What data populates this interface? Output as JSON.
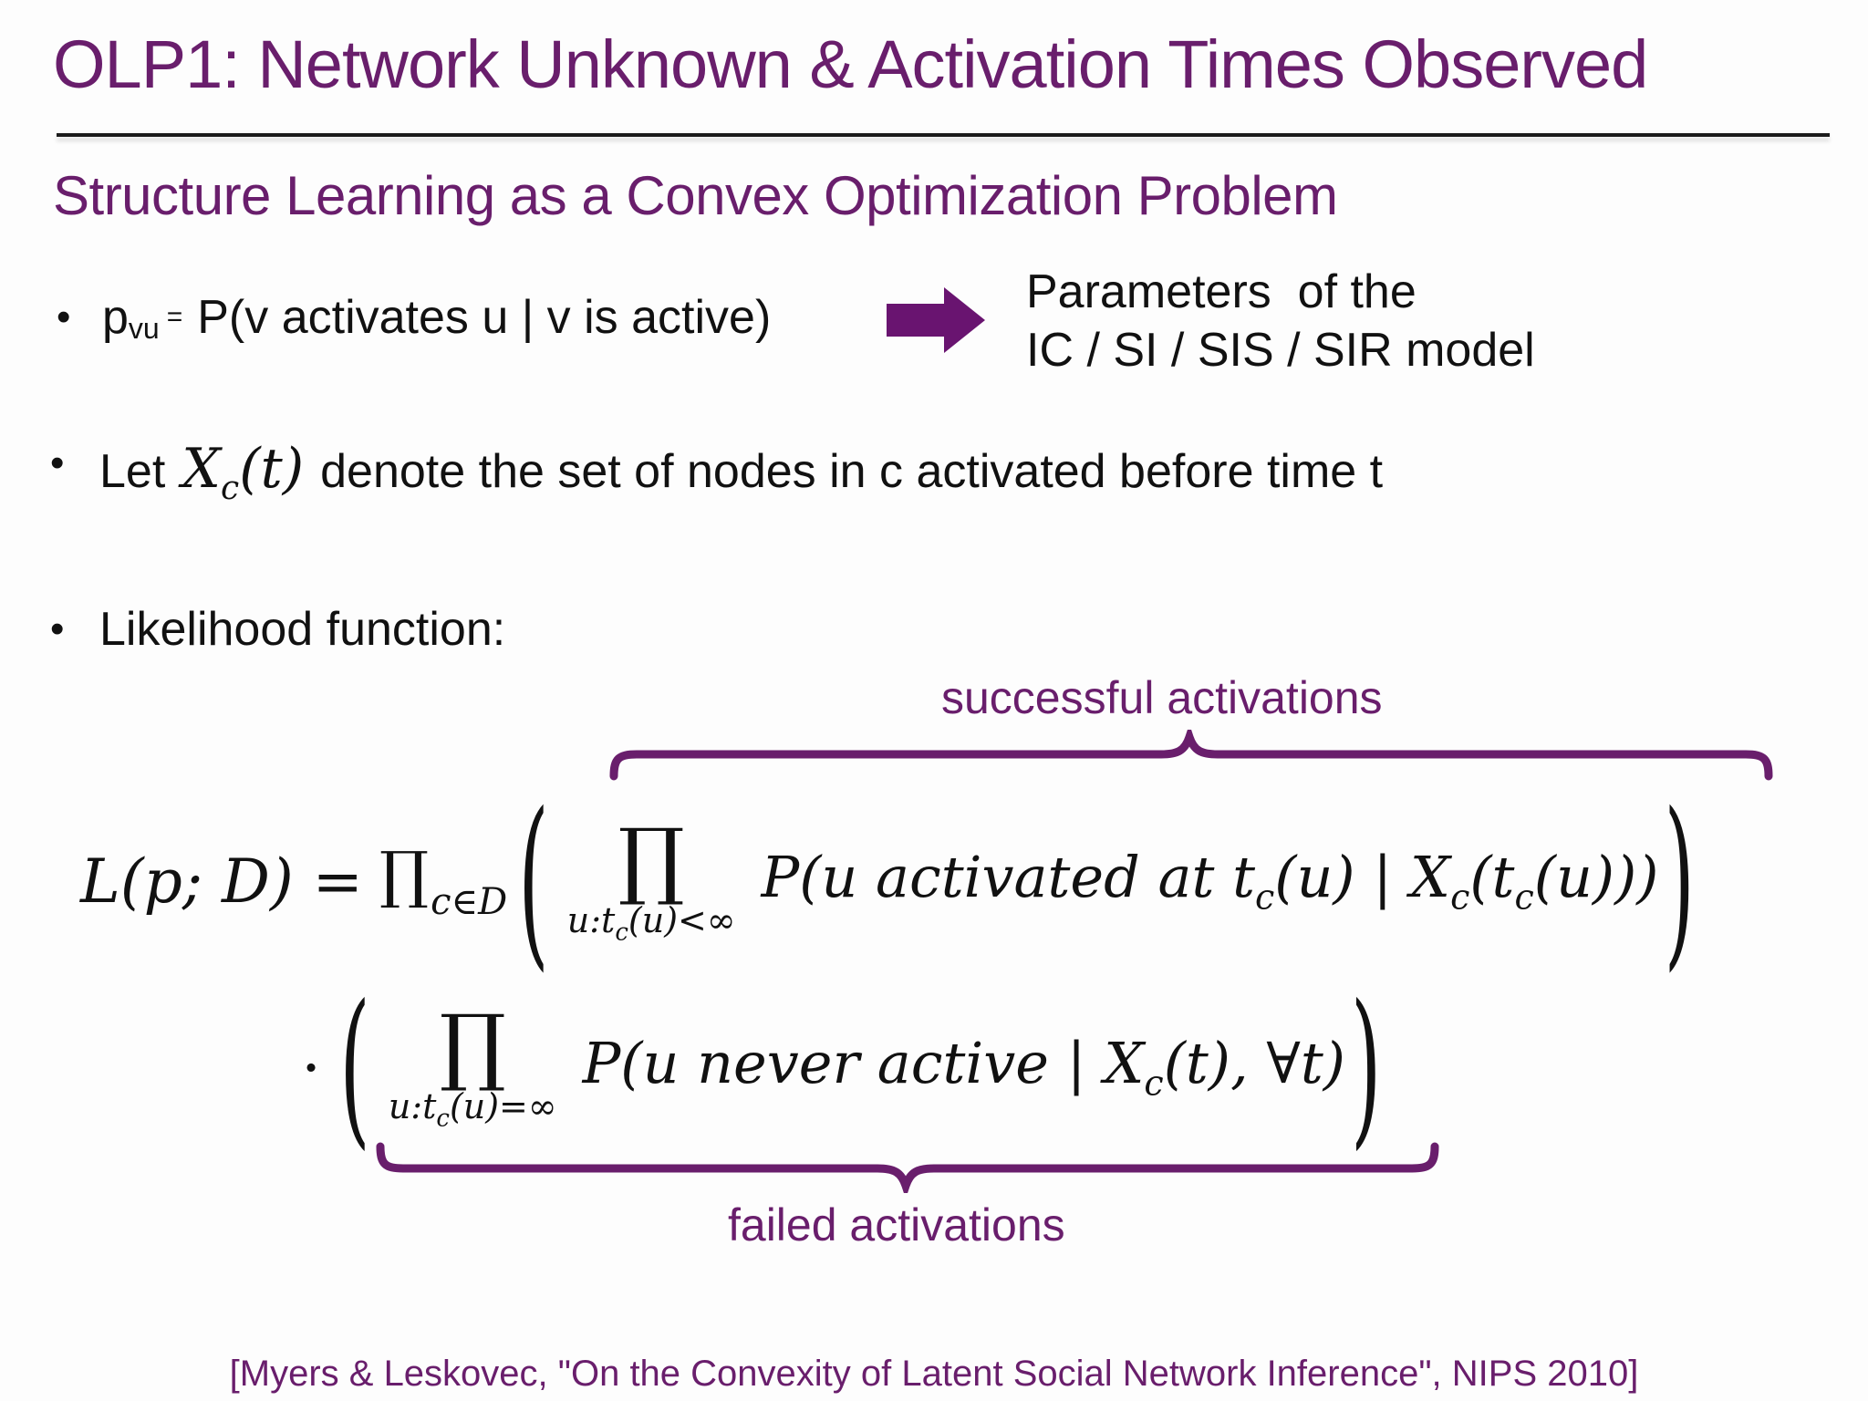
{
  "colors": {
    "purple_text": "#691E6C",
    "arrow_purple": "#691470",
    "body_text": "#111111",
    "rule": "#1c1c1c",
    "background": "#fdfdfd"
  },
  "header": {
    "title": "OLP1: Network Unknown & Activation Times Observed"
  },
  "subtitle": "Structure Learning as a Convex Optimization Problem",
  "bullet_marker": "•",
  "bullets": {
    "b1": {
      "p": "p",
      "p_sub": "vu",
      "equals": "=",
      "expr": "P(v activates u | v is active)"
    },
    "b1_callout": {
      "line1": "Parameters  of the",
      "line2": "IC / SI / SIS / SIR model"
    },
    "b2": {
      "pre": "Let",
      "x": "X",
      "x_sub": "c",
      "x_args": "(t)",
      "post": "denote the set of nodes in c activated before time t"
    },
    "b3": {
      "label": "Likelihood function:"
    }
  },
  "formula": {
    "annotation_top": "successful activations",
    "annotation_bottom": "failed activations",
    "line1": {
      "lhs": "L(p; D) =",
      "outer_prod": "∏",
      "outer_sub": "c∈D",
      "open_paren": "(",
      "inner_prod": "∏",
      "inner_sub_pre": "u:t",
      "inner_sub_c": "c",
      "inner_sub_post": "(u)<∞",
      "term_a": "P(u activated at t",
      "sub_c": "c",
      "term_b": "(u) | X",
      "term_c": "(t",
      "term_d": "(u)))",
      "close_paren": ")"
    },
    "line2": {
      "dot": "·",
      "open_paren": "(",
      "inner_prod": "∏",
      "inner_sub_pre": "u:t",
      "inner_sub_c": "c",
      "inner_sub_post": "(u)=∞",
      "term_a": "P(u never active | X",
      "sub_c": "c",
      "term_b": "(t), ∀t)",
      "close_paren": ")"
    }
  },
  "citation": "[Myers & Leskovec, \"On the Convexity of Latent Social Network Inference\", NIPS 2010]"
}
